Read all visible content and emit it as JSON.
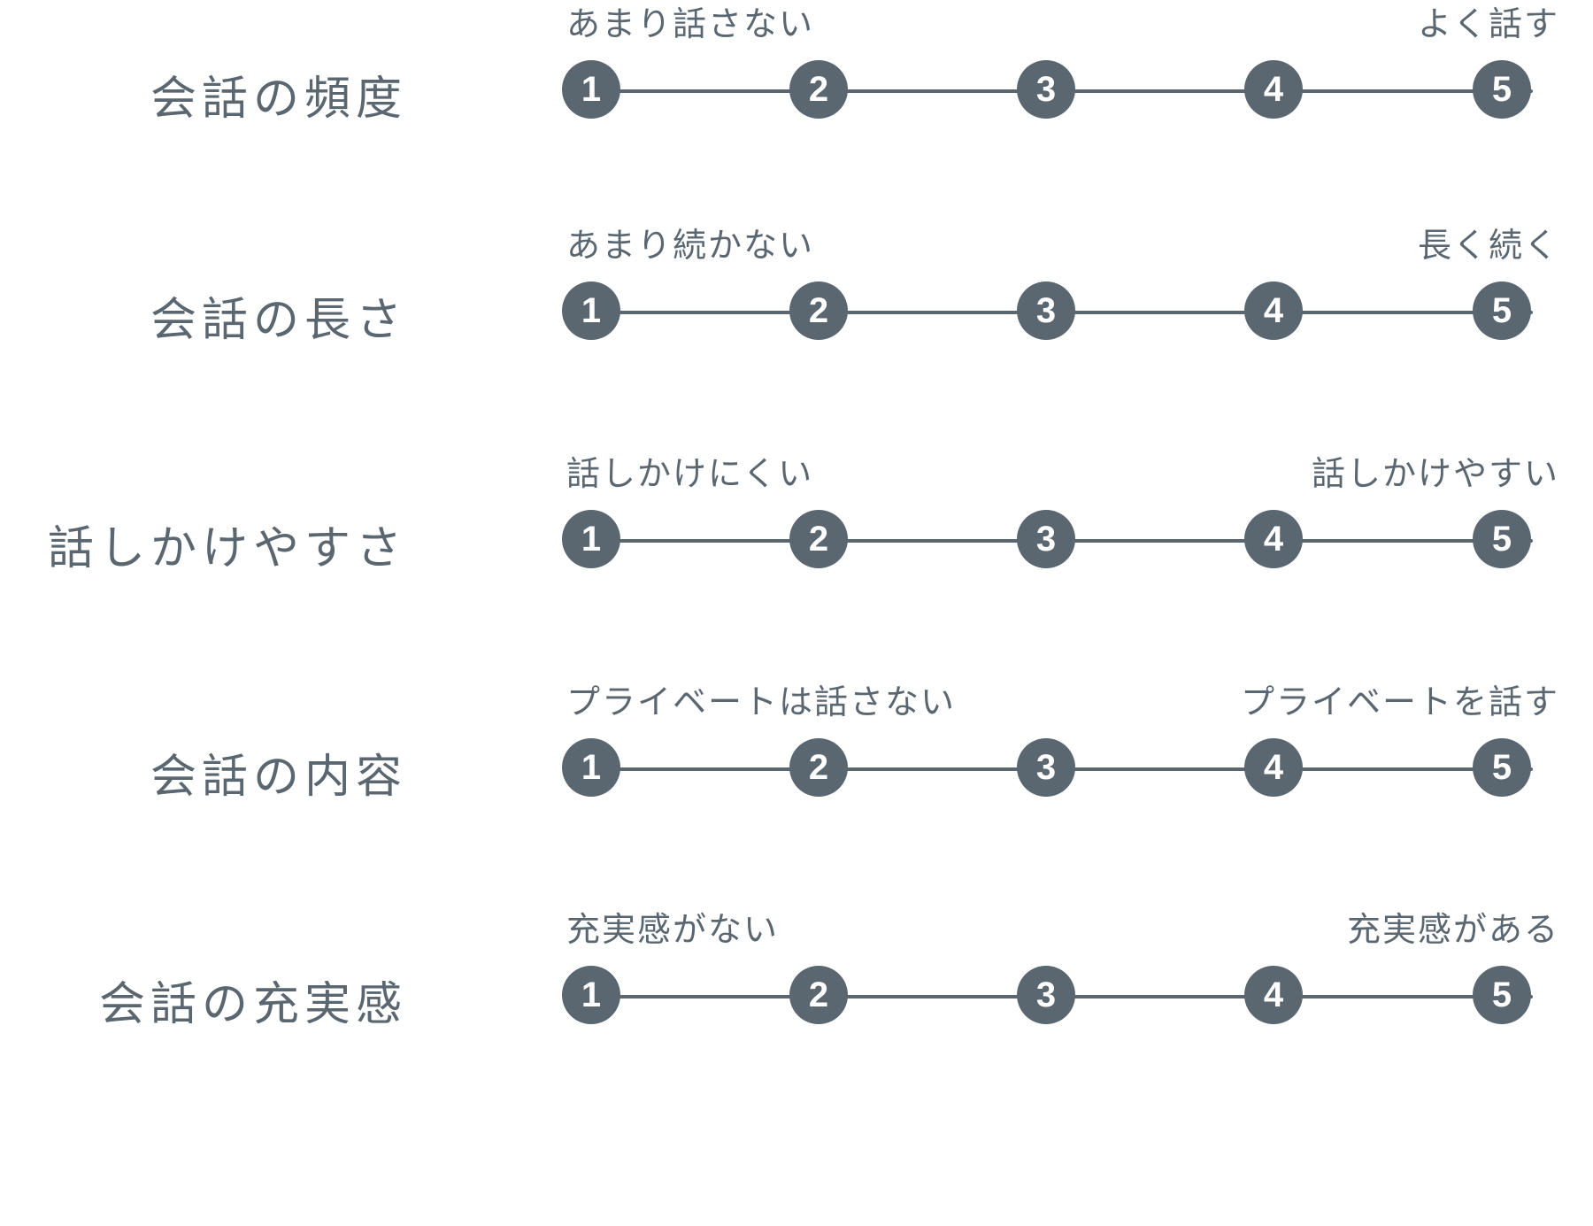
{
  "theme": {
    "background": "#ffffff",
    "ink": "#5a6670",
    "dot_fill": "#5a6670",
    "dot_text": "#ffffff",
    "line": "#5a6670"
  },
  "chart_data": {
    "type": "table",
    "title": "",
    "xlabel": "",
    "ylabel": "",
    "scale_points": [
      "1",
      "2",
      "3",
      "4",
      "5"
    ],
    "categories": [
      "会話の頻度",
      "会話の長さ",
      "話しかけやすさ",
      "会話の内容",
      "会話の充実感"
    ],
    "rows": [
      {
        "label": "会話の頻度",
        "anchor_low": "あまり話さない",
        "anchor_high": "よく話す",
        "points": [
          "1",
          "2",
          "3",
          "4",
          "5"
        ],
        "selected": null
      },
      {
        "label": "会話の長さ",
        "anchor_low": "あまり続かない",
        "anchor_high": "長く続く",
        "points": [
          "1",
          "2",
          "3",
          "4",
          "5"
        ],
        "selected": null
      },
      {
        "label": "話しかけやすさ",
        "anchor_low": "話しかけにくい",
        "anchor_high": "話しかけやすい",
        "points": [
          "1",
          "2",
          "3",
          "4",
          "5"
        ],
        "selected": null
      },
      {
        "label": "会話の内容",
        "anchor_low": "プライベートは話さない",
        "anchor_high": "プライベートを話す",
        "points": [
          "1",
          "2",
          "3",
          "4",
          "5"
        ],
        "selected": null
      },
      {
        "label": "会話の充実感",
        "anchor_low": "充実感がない",
        "anchor_high": "充実感がある",
        "points": [
          "1",
          "2",
          "3",
          "4",
          "5"
        ],
        "selected": null
      }
    ]
  }
}
